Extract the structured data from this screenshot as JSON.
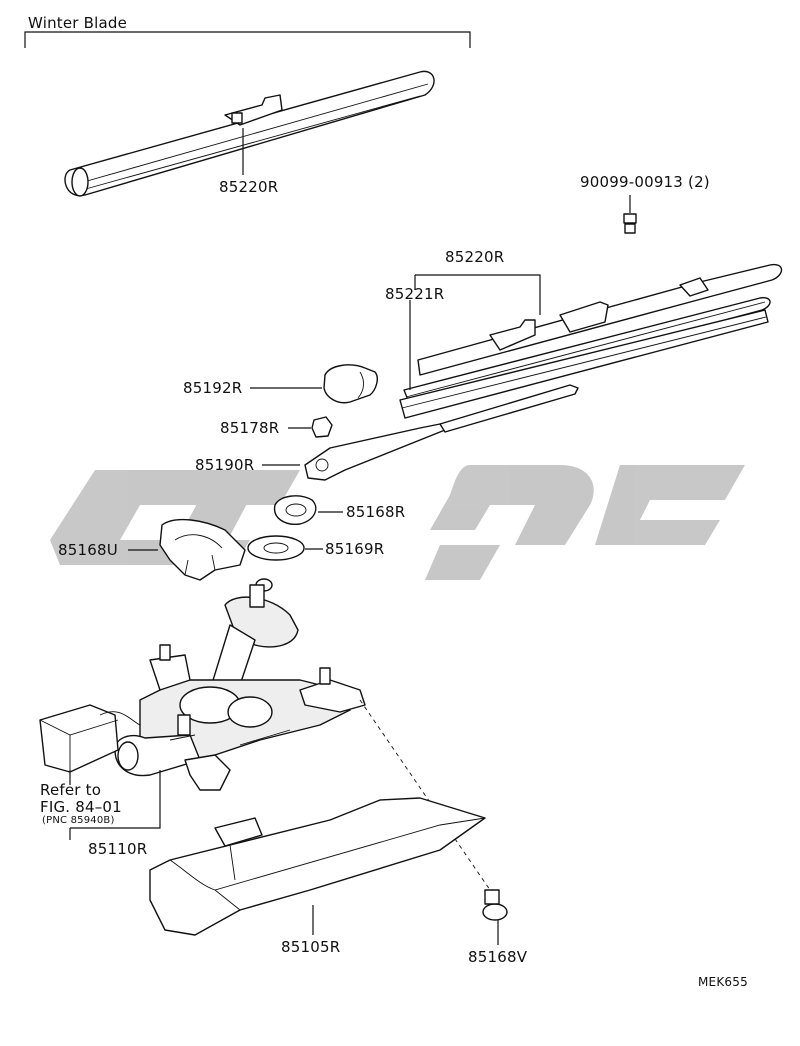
{
  "section_label": "Winter Blade",
  "parts": {
    "blade_winter": "85220R",
    "screw": "90099-00913 (2)",
    "blade": "85220R",
    "blade_rubber": "85221R",
    "head_cap": "85192R",
    "nut": "85178R",
    "arm": "85190R",
    "cushion": "85168R",
    "washer": "85169R",
    "bracket": "85168U",
    "motor": "85110R",
    "cover": "85105R",
    "clip": "85168V"
  },
  "reference": {
    "line1": "Refer to",
    "line2": "FIG. 84–01",
    "line3": "(PNC 85940B)"
  },
  "diagram_code": "MEK655",
  "watermark_color": "#bdbdbd"
}
